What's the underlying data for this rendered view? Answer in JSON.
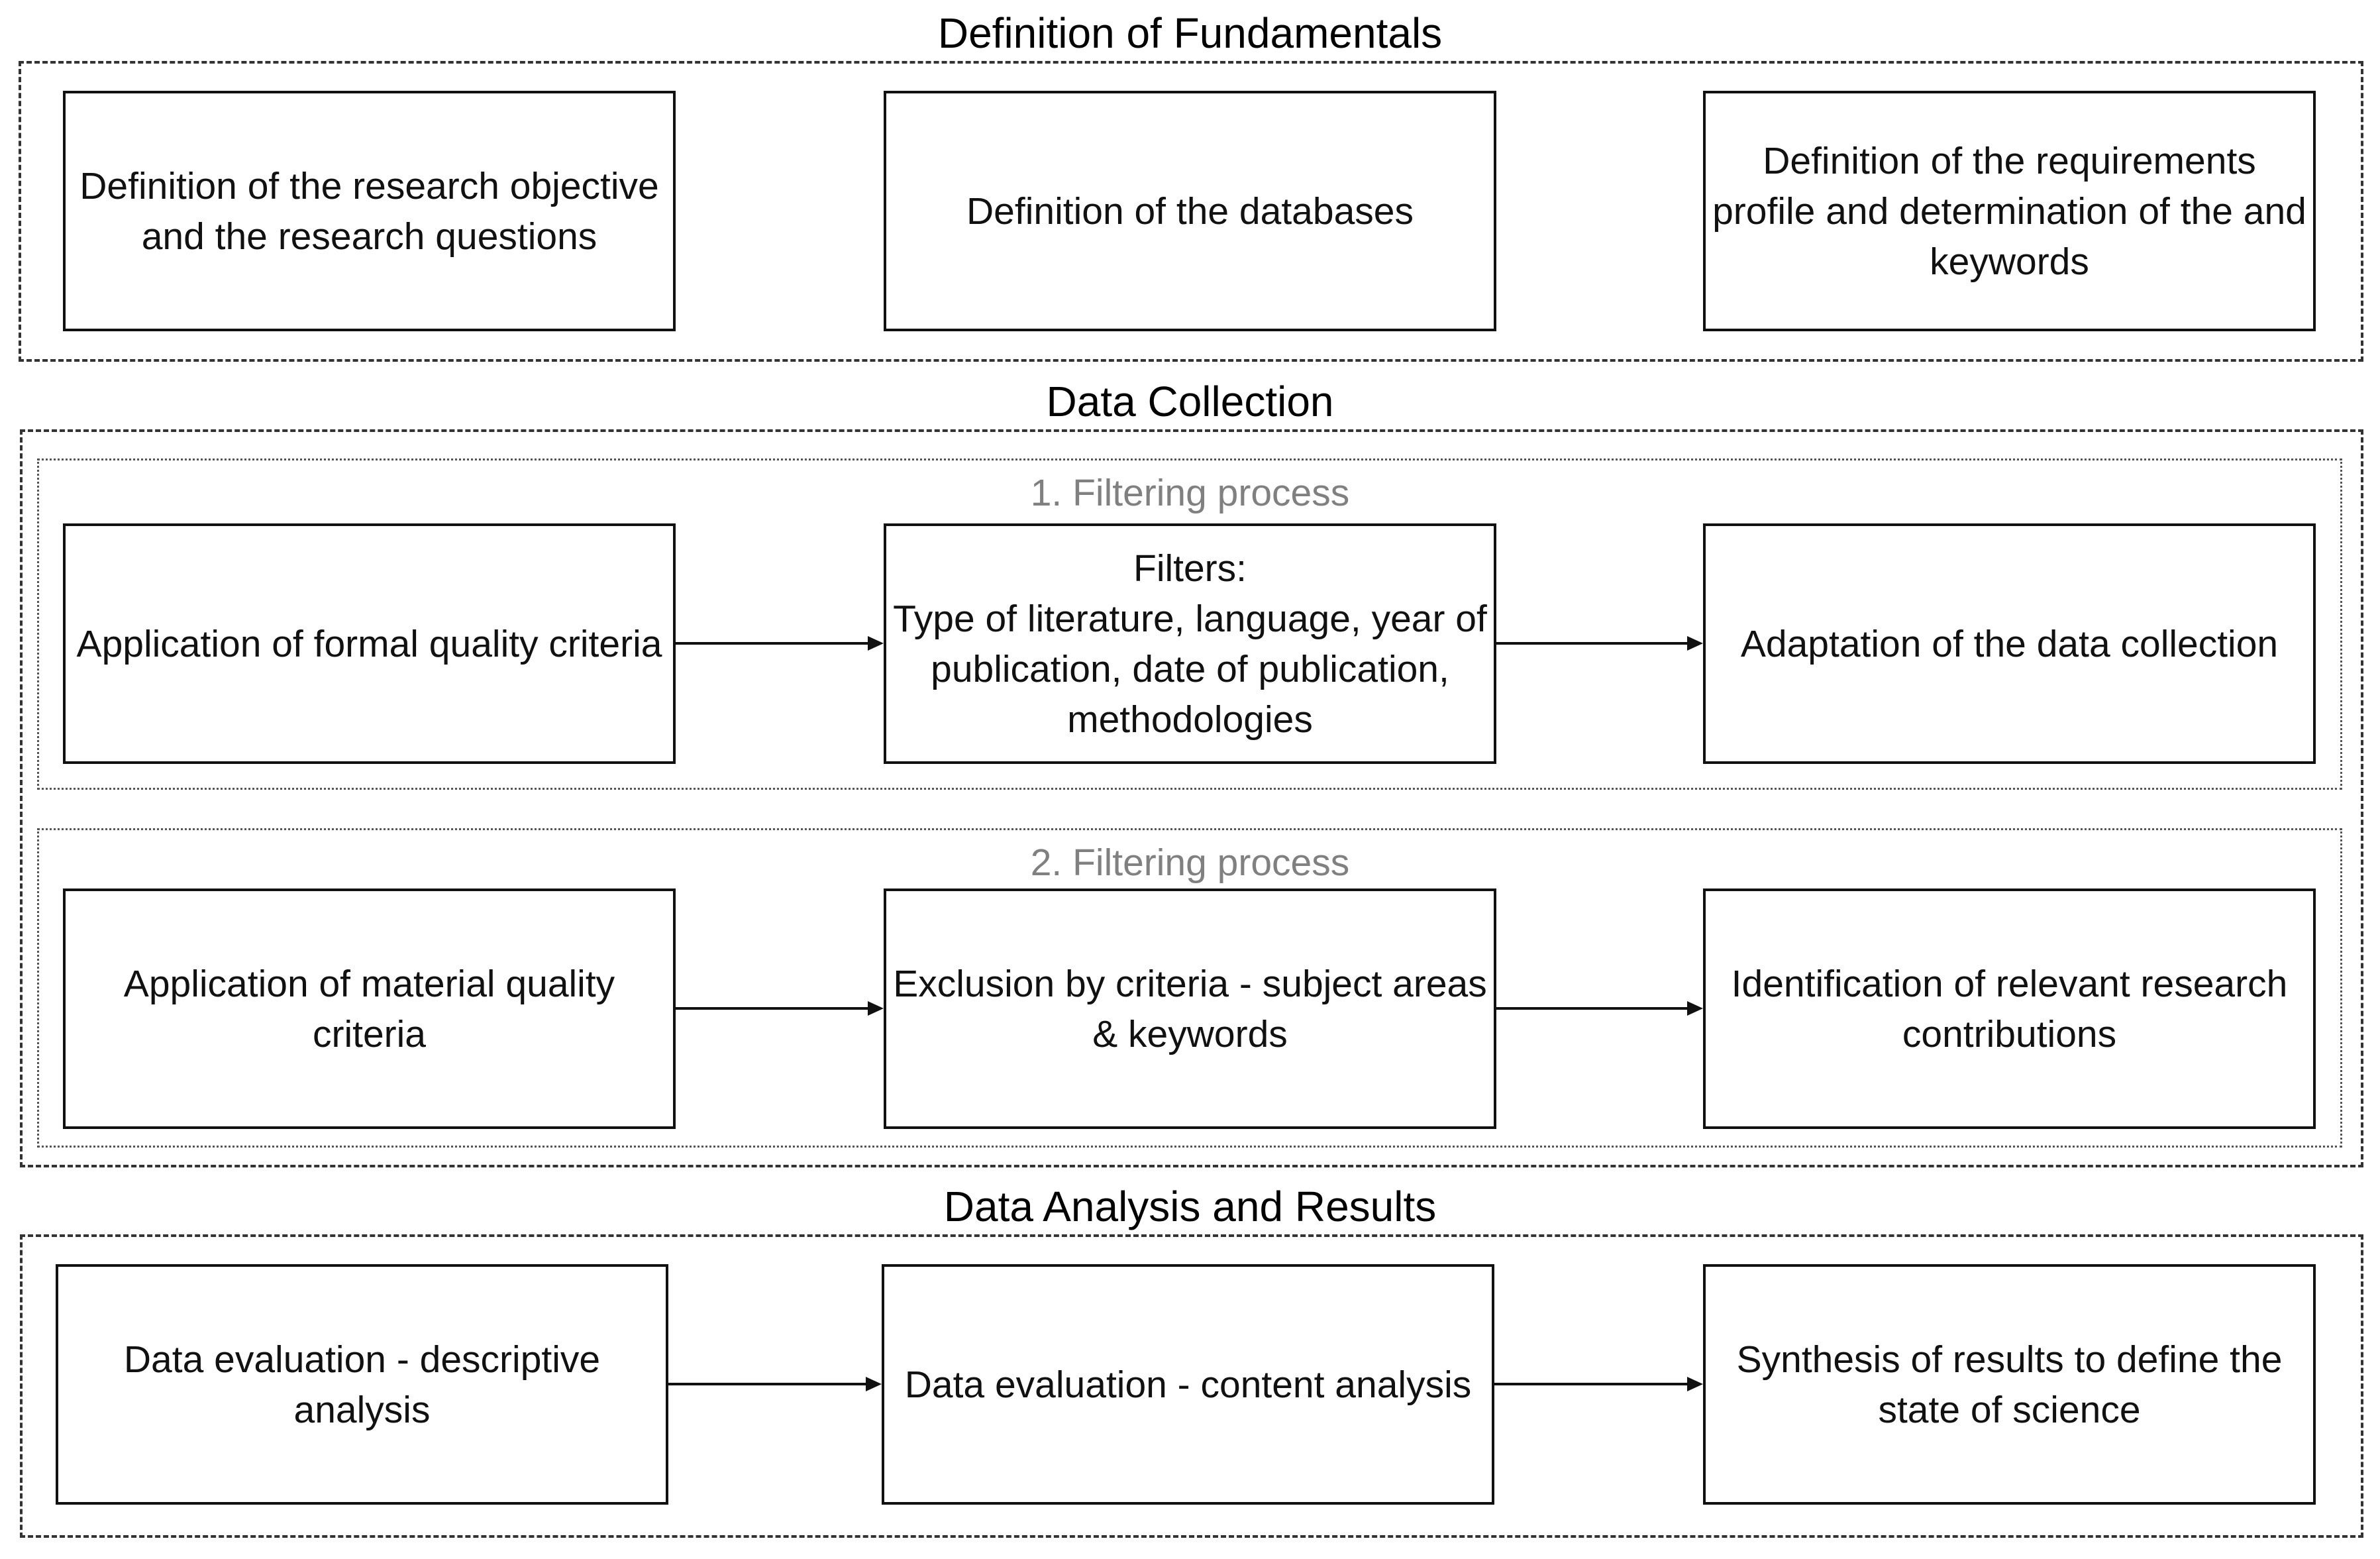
{
  "sections": {
    "fundamentals": {
      "title": "Definition of Fundamentals",
      "boxes": [
        "Definition of the research objective and the research questions",
        "Definition of the databases",
        "Definition of the requirements profile and determination of the and keywords"
      ]
    },
    "collection": {
      "title": "Data Collection",
      "filter1": {
        "title": "1. Filtering process",
        "boxes": [
          "Application of formal quality criteria",
          "Filters:\nType of literature, language, year of publication, date of publication, methodologies",
          "Adaptation of the data collection"
        ]
      },
      "filter2": {
        "title": "2. Filtering process",
        "boxes": [
          "Application of material quality criteria",
          "Exclusion by criteria - subject areas & keywords",
          "Identification of relevant research contributions"
        ]
      }
    },
    "analysis": {
      "title": "Data Analysis and Results",
      "boxes": [
        "Data evaluation - descriptive analysis",
        "Data evaluation - content analysis",
        "Synthesis of results to define the state of science"
      ]
    }
  }
}
